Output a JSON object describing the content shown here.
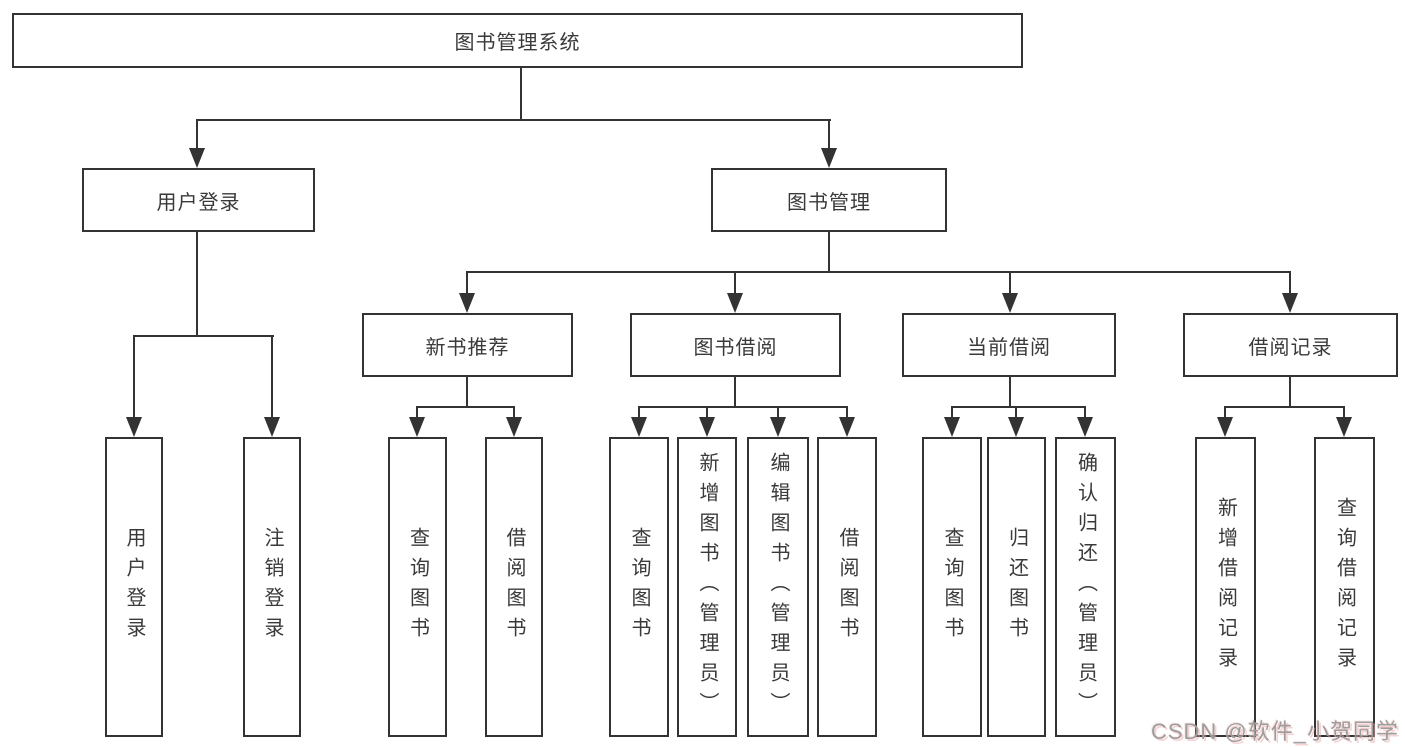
{
  "tree": {
    "root": {
      "label": "图书管理系统"
    },
    "level2": [
      {
        "label": "用户登录"
      },
      {
        "label": "图书管理"
      }
    ],
    "level3": [
      {
        "label": "新书推荐"
      },
      {
        "label": "图书借阅"
      },
      {
        "label": "当前借阅"
      },
      {
        "label": "借阅记录"
      }
    ],
    "leaf_groups": [
      {
        "parent": "用户登录",
        "items": [
          {
            "label": "用户登录"
          },
          {
            "label": "注销登录"
          }
        ]
      },
      {
        "parent": "新书推荐",
        "items": [
          {
            "label": "查询图书"
          },
          {
            "label": "借阅图书"
          }
        ]
      },
      {
        "parent": "图书借阅",
        "items": [
          {
            "label": "查询图书"
          },
          {
            "label": "新增图书（管理员）"
          },
          {
            "label": "编辑图书（管理员）"
          },
          {
            "label": "借阅图书"
          }
        ]
      },
      {
        "parent": "当前借阅",
        "items": [
          {
            "label": "查询图书"
          },
          {
            "label": "归还图书"
          },
          {
            "label": "确认归还（管理员）"
          }
        ]
      },
      {
        "parent": "借阅记录",
        "items": [
          {
            "label": "新增借阅记录"
          },
          {
            "label": "查询借阅记录"
          }
        ]
      }
    ]
  },
  "watermark": {
    "text": "CSDN @软件_小贺同学"
  },
  "colors": {
    "line": "#333333",
    "node_border": "#333333",
    "node_text": "#3a3a3a",
    "background": "#ffffff",
    "watermark_text": "#9d9d9d",
    "watermark_shadow": "#eea8a8"
  }
}
